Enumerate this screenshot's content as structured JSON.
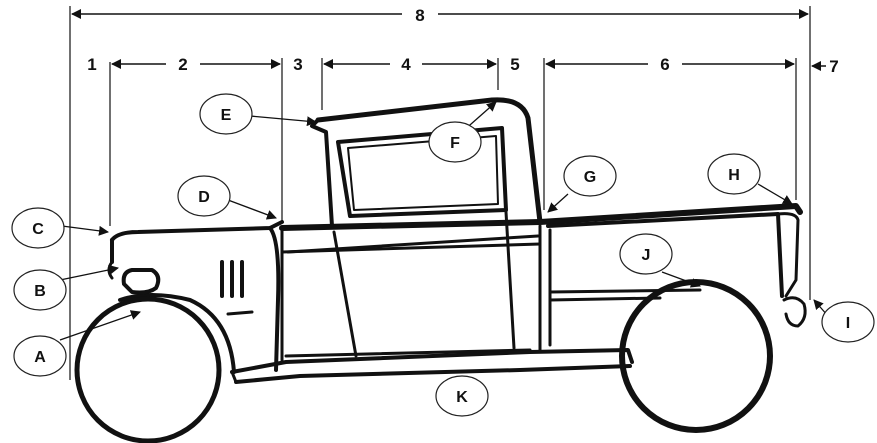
{
  "dimension_labels": {
    "d1": "1",
    "d2": "2",
    "d3": "3",
    "d4": "4",
    "d5": "5",
    "d6": "6",
    "d7": "7",
    "d8": "8"
  },
  "callouts": {
    "A": "A",
    "B": "B",
    "C": "C",
    "D": "D",
    "E": "E",
    "F": "F",
    "G": "G",
    "H": "H",
    "I": "I",
    "J": "J",
    "K": "K"
  },
  "grille_mark": "III",
  "colors": {
    "line": "#111111",
    "background": "#ffffff"
  }
}
